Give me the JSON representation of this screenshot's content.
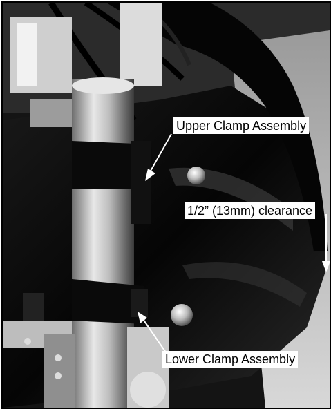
{
  "figure": {
    "description_icon": "photo-motorcycle-fork-windshield-clamps",
    "callouts": {
      "upper_clamp": "Upper Clamp Assembly",
      "clearance": "1/2” (13mm) clearance",
      "lower_clamp": "Lower Clamp Assembly"
    }
  },
  "colors": {
    "background": "#ffffff",
    "frame": "#000000",
    "arrow": "#ffffff",
    "callout_bg": "#ffffff"
  }
}
